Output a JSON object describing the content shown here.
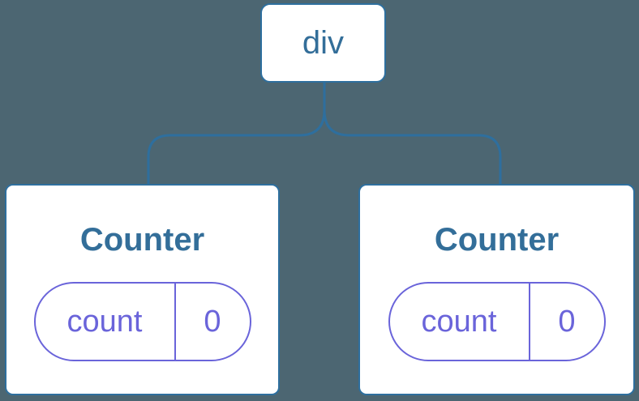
{
  "colors": {
    "bg": "#4c6672",
    "line-blue": "#2e6f9e",
    "text-blue": "#336e99",
    "purple": "#6a64da",
    "card-bg": "#ffffff"
  },
  "tree": {
    "root": {
      "label": "div"
    },
    "children": [
      {
        "title": "Counter",
        "state": {
          "key": "count",
          "value": "0"
        }
      },
      {
        "title": "Counter",
        "state": {
          "key": "count",
          "value": "0"
        }
      }
    ]
  }
}
